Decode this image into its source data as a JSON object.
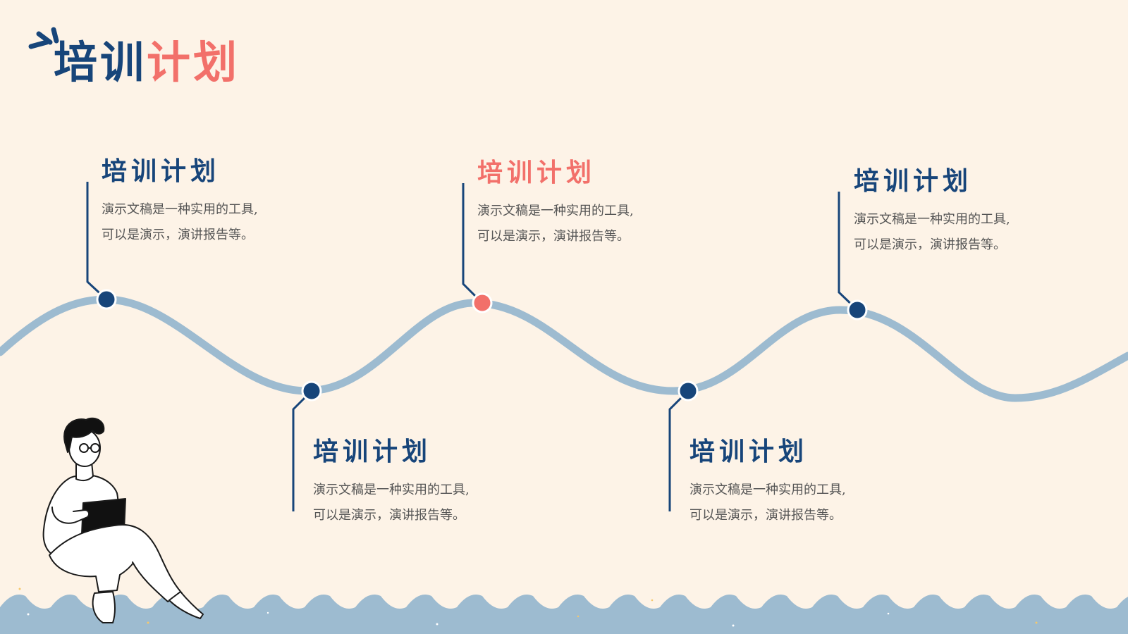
{
  "title": {
    "part1": "培训",
    "part2": "计划"
  },
  "colors": {
    "background": "#fdf3e7",
    "dark_blue": "#17457a",
    "accent_coral": "#f2706a",
    "wave_blue": "#9dbbd0",
    "text_gray": "#555555"
  },
  "icons": [
    "title-burst-icon",
    "person-reading-tablet-illustration",
    "bottom-wave-decoration"
  ],
  "milestones": [
    {
      "title": "培训计划",
      "line1": "演示文稿是一种实用的工具,",
      "line2": "可以是演示，演讲报告等。",
      "highlight": false
    },
    {
      "title": "培训计划",
      "line1": "演示文稿是一种实用的工具,",
      "line2": "可以是演示，演讲报告等。",
      "highlight": false
    },
    {
      "title": "培训计划",
      "line1": "演示文稿是一种实用的工具,",
      "line2": "可以是演示，演讲报告等。",
      "highlight": true
    },
    {
      "title": "培训计划",
      "line1": "演示文稿是一种实用的工具,",
      "line2": "可以是演示，演讲报告等。",
      "highlight": false
    },
    {
      "title": "培训计划",
      "line1": "演示文稿是一种实用的工具,",
      "line2": "可以是演示，演讲报告等。",
      "highlight": false
    }
  ]
}
